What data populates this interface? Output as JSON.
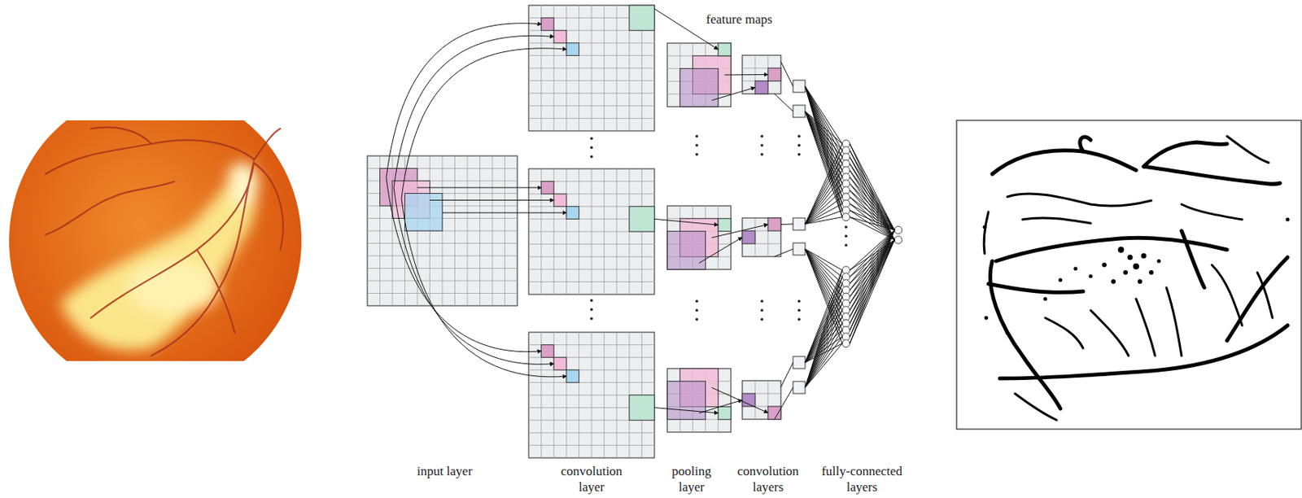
{
  "diagram": {
    "labels": [
      "feature maps",
      "input layer",
      "convolution layer",
      "pooling layer",
      "convolution layers",
      "fully-connected layers"
    ]
  }
}
